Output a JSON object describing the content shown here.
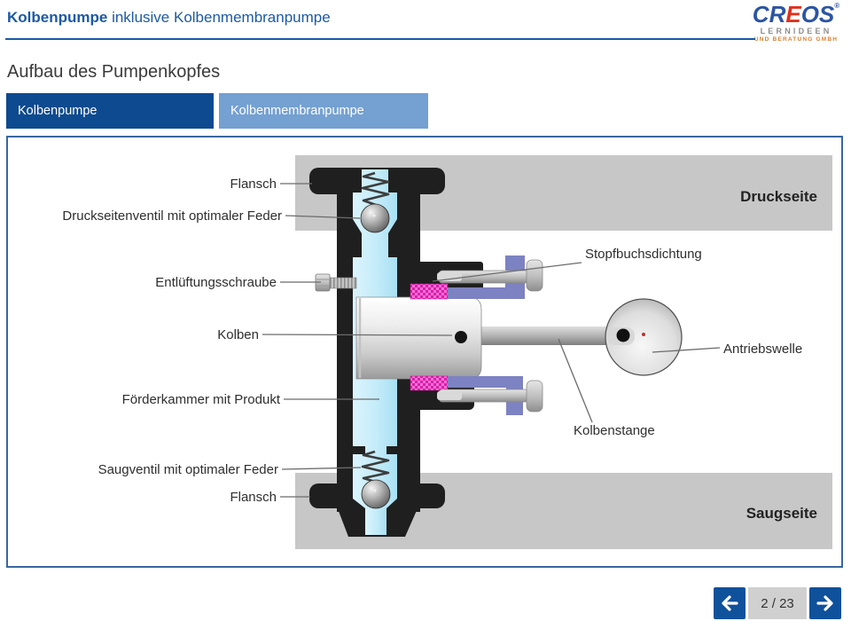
{
  "header": {
    "product_bold": "Kolbenpumpe",
    "product_rest": " inklusive Kolbenmembranpumpe"
  },
  "logo": {
    "brand_pre": "CR",
    "brand_e": "E",
    "brand_post": "OS",
    "registered": "®",
    "tagline1": "LERNIDEEN",
    "tagline2": "UND BERATUNG GMBH"
  },
  "page": {
    "title": "Aufbau des Pumpenkopfes"
  },
  "tabs": {
    "kolbenpumpe": "Kolbenpumpe",
    "kolbenmembranpumpe": "Kolbenmembranpumpe"
  },
  "diagram": {
    "zone_top": "Druckseite",
    "zone_bottom": "Saugseite",
    "labels": {
      "flansch_top": "Flansch",
      "druckventil": "Druckseitenventil mit optimaler Feder",
      "entlueftung": "Entlüftungsschraube",
      "kolben": "Kolben",
      "foerderkammer": "Förderkammer mit Produkt",
      "saugventil": "Saugventil mit optimaler Feder",
      "flansch_bottom": "Flansch",
      "stopfbuchs": "Stopfbuchsdichtung",
      "antriebswelle": "Antriebswelle",
      "kolbenstange": "Kolbenstange"
    }
  },
  "navigation": {
    "page_indicator": "2 / 23",
    "prev_icon": "arrow-left",
    "next_icon": "arrow-right"
  },
  "colors": {
    "brand_blue": "#1c5aa5",
    "brand_red": "#e0301e",
    "tagline_orange": "#d97f2e",
    "tab_active_bg": "#0d4a8f",
    "tab_inactive_bg": "#74a0d2",
    "frame_border": "#38679f",
    "nav_button_bg": "#10519c",
    "side_band_gray": "#c7c7c7",
    "liquid_blue": "#c9ecf9",
    "seal_pink": "#e02cb0",
    "gland_purple": "#7d82c2"
  }
}
